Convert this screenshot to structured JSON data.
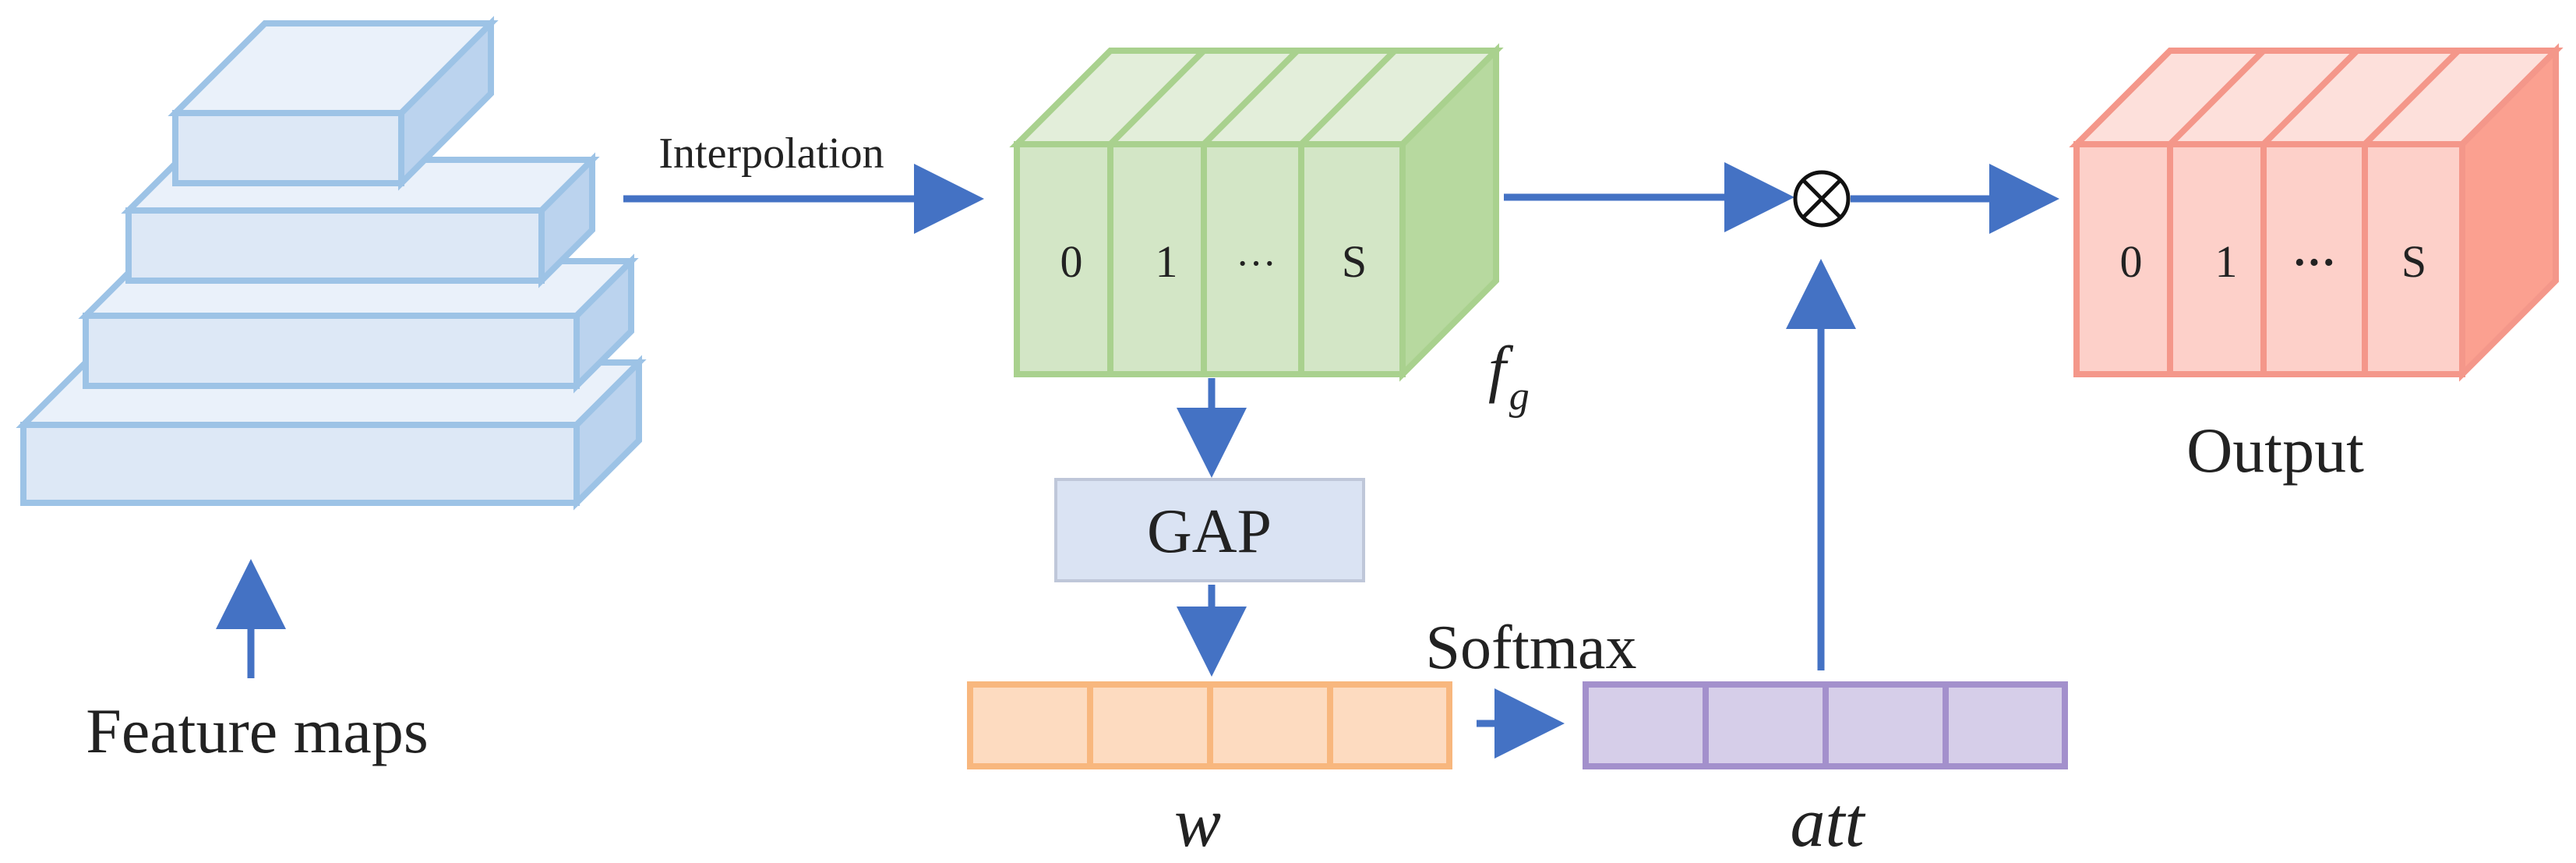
{
  "labels": {
    "feature_maps": "Feature maps",
    "interpolation": "Interpolation",
    "fg_base": "f",
    "fg_sub": "g",
    "gap": "GAP",
    "w": "w",
    "softmax": "Softmax",
    "att": "att",
    "output": "Output",
    "multiply_symbol": "⊗"
  },
  "green_block": {
    "cells": [
      "0",
      "1",
      "···",
      "S"
    ]
  },
  "output_block": {
    "cells": [
      "0",
      "1",
      "···",
      "S"
    ]
  },
  "colors": {
    "arrow": "#4472C4",
    "pyramid_face": "#DDE8F6",
    "pyramid_side": "#BBD3EE",
    "pyramid_stroke": "#9DC3E6",
    "green_face": "#D3E6C6",
    "green_side": "#B7D99F",
    "green_stroke": "#A9D18E",
    "red_face": "#FDD0C9",
    "red_side": "#FBA090",
    "red_stroke": "#F4978A",
    "gap_fill": "#DAE3F3",
    "gap_stroke": "#BFC7D9",
    "w_fill": "#FDDBC0",
    "w_stroke": "#F8B77E",
    "att_fill": "#D6CEE9",
    "att_stroke": "#A390CC"
  }
}
